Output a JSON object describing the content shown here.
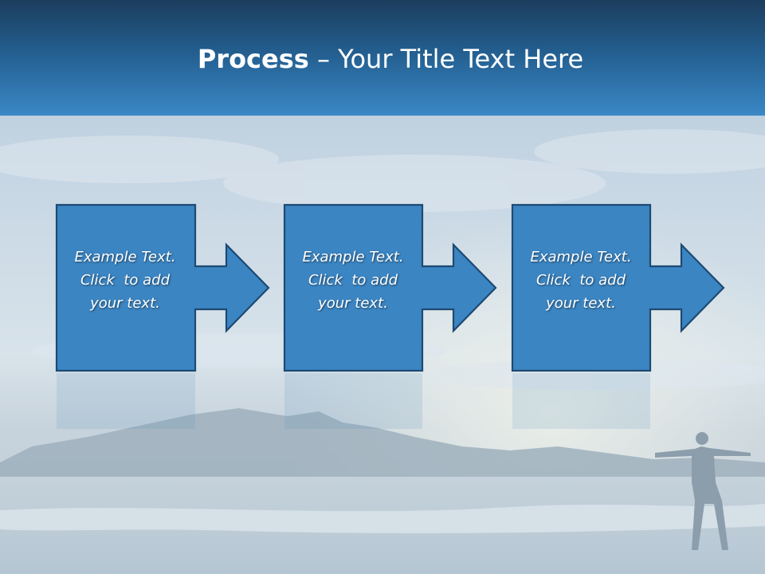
{
  "slide": {
    "title_bold": "Process",
    "title_rest": " – Your Title Text Here",
    "steps": [
      {
        "line1": "Example Text.",
        "line2": "Click  to add",
        "line3": "your text."
      },
      {
        "line1": "Example Text.",
        "line2": "Click  to add",
        "line3": "your text."
      },
      {
        "line1": "Example Text.",
        "line2": "Click  to add",
        "line3": "your text."
      }
    ]
  },
  "colors": {
    "header_dark": "#1c3d5d",
    "header_light": "#3a88c6",
    "step_fill": "#3b85c2",
    "step_border": "#1d4a73",
    "sky": "#c9d9e6",
    "text": "#ffffff"
  }
}
